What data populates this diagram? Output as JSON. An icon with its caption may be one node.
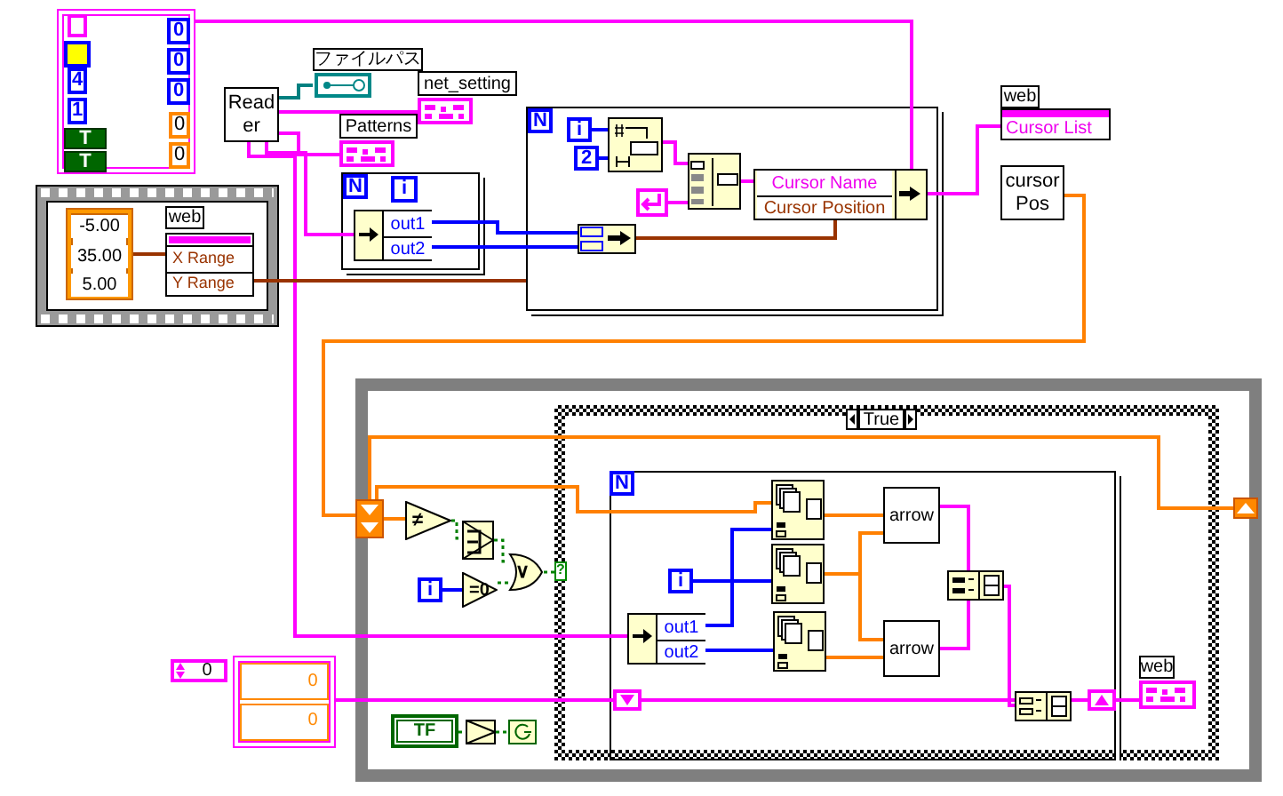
{
  "diagram": {
    "nodes": [
      {
        "text": [
          "4",
          "1",
          "T",
          "T",
          "0",
          "0",
          "0",
          "0",
          "0"
        ]
      },
      {
        "text": [
          "Read er"
        ]
      },
      {
        "text": [
          "ファイルパス"
        ]
      },
      {
        "text": [
          "net_setting"
        ]
      },
      {
        "text": [
          "Patterns"
        ]
      },
      {
        "text": [],
        "shape": "box"
      },
      {
        "text": [
          "-5.00",
          "35.00",
          "5.00"
        ],
        "in": 5
      },
      {
        "text": [
          "web",
          "X Range",
          "Y Range"
        ],
        "in": 5
      },
      {
        "text": [],
        "shape": "box"
      },
      {
        "text": [
          "out1",
          "out2"
        ],
        "in": 8
      },
      {
        "text": [],
        "shape": "box"
      },
      {
        "text": [
          "i"
        ],
        "in": 10
      },
      {
        "text": [
          "2"
        ],
        "in": 10
      },
      {
        "text": [],
        "shape": "box",
        "in": 10
      },
      {
        "text": [],
        "shape": "box",
        "in": 10
      },
      {
        "text": [],
        "shape": "box",
        "in": 10
      },
      {
        "text": [
          "Cursor Name",
          "Cursor Position"
        ],
        "in": 10
      },
      {
        "text": [],
        "shape": "box",
        "in": 10
      },
      {
        "text": [
          "web",
          "Cursor List"
        ]
      },
      {
        "text": [
          "cursor Pos"
        ]
      },
      {
        "text": [],
        "shape": "box"
      },
      {
        "text": [
          "True",
          "?"
        ],
        "in": 20
      },
      {
        "text": [
          "≠"
        ],
        "in": 20
      },
      {
        "text": [],
        "shape": "triangle",
        "in": 20
      },
      {
        "text": [
          "=0"
        ],
        "in": 20
      },
      {
        "text": [
          "∨"
        ],
        "in": 20
      },
      {
        "text": [
          "i"
        ],
        "in": 20
      },
      {
        "text": [],
        "shape": "box",
        "in": 21
      },
      {
        "text": [
          "i"
        ],
        "in": 27
      },
      {
        "text": [
          "out1",
          "out2"
        ],
        "in": 27
      },
      {
        "text": [],
        "shape": "box",
        "in": 27
      },
      {
        "text": [],
        "shape": "box",
        "in": 27
      },
      {
        "text": [],
        "shape": "box",
        "in": 27
      },
      {
        "text": [
          "arrow"
        ],
        "in": 27
      },
      {
        "text": [
          "arrow"
        ],
        "in": 27
      },
      {
        "text": [],
        "shape": "box",
        "in": 27
      },
      {
        "text": [],
        "shape": "box",
        "in": 27
      },
      {
        "text": [
          "web"
        ],
        "in": 21
      },
      {
        "text": [
          "0"
        ]
      },
      {
        "text": [
          "0",
          "0"
        ]
      },
      {
        "text": [
          "TF"
        ],
        "in": 20
      },
      {
        "text": [],
        "shape": "triangle",
        "in": 20
      },
      {
        "text": [],
        "shape": "box",
        "in": 20
      },
      {
        "text": [],
        "shape": "box",
        "in": 20
      },
      {
        "text": [],
        "shape": "box",
        "in": 20
      },
      {
        "text": [],
        "shape": "box",
        "in": 27
      },
      {
        "text": [],
        "shape": "box",
        "in": 27
      },
      {
        "text": [
          "N"
        ],
        "in": 8
      },
      {
        "text": [
          "i"
        ],
        "in": 8
      },
      {
        "text": [
          "N"
        ],
        "in": 10
      },
      {
        "text": [
          "N"
        ],
        "in": 27
      }
    ],
    "edges": [
      {
        "from": 2,
        "to": 1,
        "arrow": "none",
        "color": "#008080"
      },
      {
        "from": 1,
        "to": 3,
        "arrow": "none"
      },
      {
        "from": 1,
        "to": 4,
        "arrow": "none"
      },
      {
        "from": 0,
        "to": 16,
        "arrow": "none"
      },
      {
        "from": 1,
        "to": 9,
        "arrow": "none"
      },
      {
        "from": 1,
        "to": 29,
        "arrow": "none"
      },
      {
        "from": 6,
        "to": 7,
        "arrow": "none",
        "color": "#993300"
      },
      {
        "from": 7,
        "to": 10,
        "arrow": "none",
        "color": "#993300"
      },
      {
        "from": 9,
        "to": 17,
        "arrow": "none",
        "color": "#0000ff"
      },
      {
        "from": 9,
        "to": 17,
        "arrow": "none",
        "color": "#0000ff"
      },
      {
        "from": 17,
        "to": 16,
        "arrow": "none",
        "color": "#993300"
      },
      {
        "from": 11,
        "to": 13,
        "arrow": "none",
        "color": "#0000ff"
      },
      {
        "from": 12,
        "to": 13,
        "arrow": "none",
        "color": "#0000ff"
      },
      {
        "from": 13,
        "to": 14,
        "arrow": "none"
      },
      {
        "from": 15,
        "to": 14,
        "arrow": "none"
      },
      {
        "from": 14,
        "to": 16,
        "arrow": "none"
      },
      {
        "from": 16,
        "to": 18,
        "arrow": "none"
      },
      {
        "from": 19,
        "to": 43,
        "arrow": "none",
        "color": "#ff8000"
      },
      {
        "from": 43,
        "to": 22,
        "arrow": "none",
        "color": "#ff8000"
      },
      {
        "from": 22,
        "to": 23,
        "arrow": "none",
        "style": "dashed",
        "color": "#008000"
      },
      {
        "from": 23,
        "to": 25,
        "arrow": "none",
        "style": "dashed",
        "color": "#008000"
      },
      {
        "from": 24,
        "to": 25,
        "arrow": "none",
        "style": "dashed",
        "color": "#008000"
      },
      {
        "from": 26,
        "to": 24,
        "arrow": "none",
        "color": "#0000ff"
      },
      {
        "from": 25,
        "to": 21,
        "arrow": "none",
        "style": "dashed",
        "color": "#008000"
      },
      {
        "from": 43,
        "to": 44,
        "arrow": "none",
        "color": "#ff8000"
      },
      {
        "from": 43,
        "to": 30,
        "arrow": "none",
        "color": "#ff8000"
      },
      {
        "from": 28,
        "to": 31,
        "arrow": "none",
        "color": "#0000ff"
      },
      {
        "from": 29,
        "to": 30,
        "arrow": "none",
        "color": "#0000ff"
      },
      {
        "from": 29,
        "to": 32,
        "arrow": "none",
        "color": "#0000ff"
      },
      {
        "from": 30,
        "to": 33,
        "arrow": "none",
        "color": "#ff8000"
      },
      {
        "from": 31,
        "to": 33,
        "arrow": "none",
        "color": "#ff8000"
      },
      {
        "from": 31,
        "to": 34,
        "arrow": "none",
        "color": "#ff8000"
      },
      {
        "from": 32,
        "to": 34,
        "arrow": "none",
        "color": "#ff8000"
      },
      {
        "from": 33,
        "to": 35,
        "arrow": "none"
      },
      {
        "from": 34,
        "to": 35,
        "arrow": "none"
      },
      {
        "from": 35,
        "to": 36,
        "arrow": "none"
      },
      {
        "from": 45,
        "to": 36,
        "arrow": "none"
      },
      {
        "from": 36,
        "to": 46,
        "arrow": "none"
      },
      {
        "from": 46,
        "to": 37,
        "arrow": "none"
      },
      {
        "from": 39,
        "to": 45,
        "arrow": "none"
      },
      {
        "from": 40,
        "to": 41,
        "arrow": "none",
        "style": "dashed",
        "color": "#008000"
      },
      {
        "from": 41,
        "to": 42,
        "arrow": "none",
        "style": "dashed",
        "color": "#008000"
      }
    ]
  }
}
